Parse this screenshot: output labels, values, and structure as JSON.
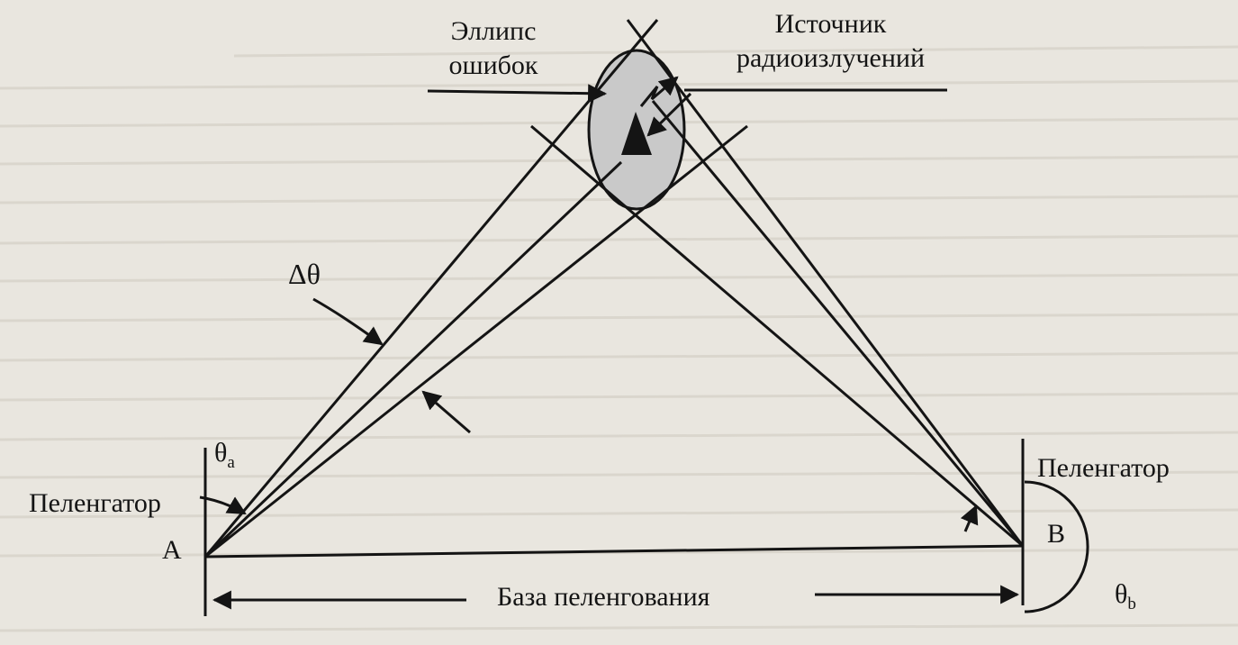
{
  "labels": {
    "error_ellipse_line1": "Эллипс",
    "error_ellipse_line2": "ошибок",
    "source_line1": "Источник",
    "source_line2": "радиоизлучений",
    "delta_theta": "Δθ",
    "theta_a": "θ",
    "theta_a_sub": "a",
    "direction_finder_a": "Пеленгатор",
    "point_a": "A",
    "direction_finder_b": "Пеленгатор",
    "point_b": "B",
    "theta_b": "θ",
    "theta_b_sub": "b",
    "baseline": "База пеленгования"
  },
  "colors": {
    "ink": "#141414",
    "ellipse_fill": "#c9c9c9",
    "paper": "#e9e6df"
  }
}
